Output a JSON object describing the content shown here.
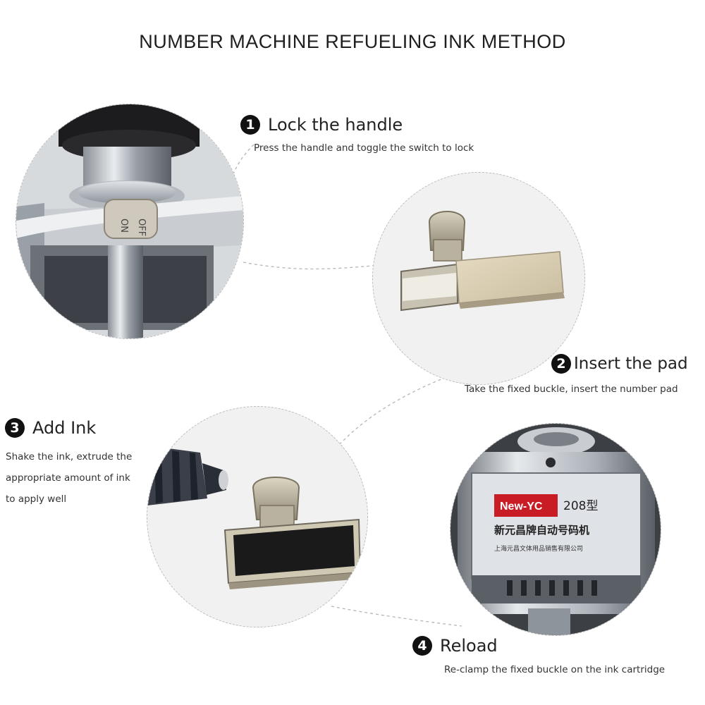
{
  "title": "NUMBER MACHINE REFUELING INK METHOD",
  "steps": [
    {
      "number": "1",
      "heading": "Lock the handle",
      "description": "Press the handle and toggle the switch to lock"
    },
    {
      "number": "2",
      "heading": "Insert the pad",
      "description": "Take the fixed buckle, insert the number pad"
    },
    {
      "number": "3",
      "heading": "Add Ink",
      "description_lines": [
        "Shake the ink, extrude the",
        "appropriate amount of ink",
        "to apply well"
      ]
    },
    {
      "number": "4",
      "heading": "Reload",
      "description": "Re-clamp the fixed buckle on the ink cartridge"
    }
  ],
  "photo_labels": {
    "switch_on": "ON",
    "switch_off": "OFF",
    "brand": "New-YC",
    "model": "208型",
    "product_name": "新元昌牌自动号码机",
    "company": "上海元昌文体用品销售有限公司"
  },
  "icons": [
    "number-1-badge",
    "number-2-badge",
    "number-3-badge",
    "number-4-badge"
  ]
}
